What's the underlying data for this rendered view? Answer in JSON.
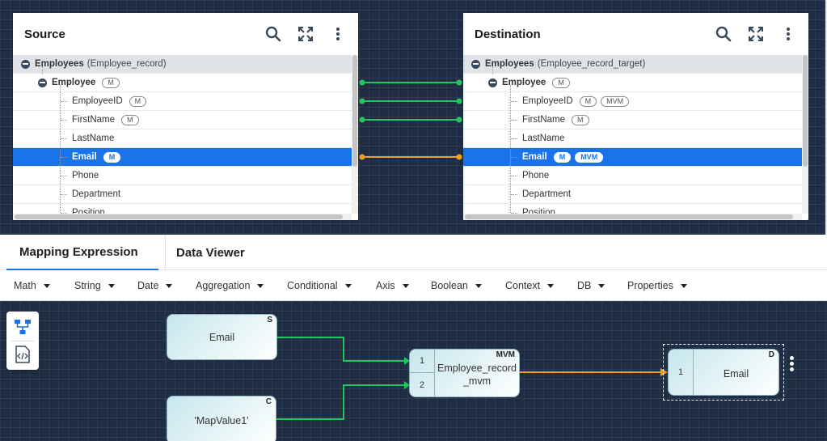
{
  "source": {
    "title": "Source",
    "root": {
      "label": "Employees",
      "type": "(Employee_record)"
    },
    "group": {
      "label": "Employee",
      "badge": "M"
    },
    "fields": [
      {
        "label": "EmployeeID",
        "badges": [
          "M"
        ]
      },
      {
        "label": "FirstName",
        "badges": [
          "M"
        ]
      },
      {
        "label": "LastName",
        "badges": []
      },
      {
        "label": "Email",
        "badges": [
          "M"
        ],
        "selected": true
      },
      {
        "label": "Phone",
        "badges": []
      },
      {
        "label": "Department",
        "badges": []
      },
      {
        "label": "Position",
        "badges": []
      }
    ]
  },
  "destination": {
    "title": "Destination",
    "root": {
      "label": "Employees",
      "type": "(Employee_record_target)"
    },
    "group": {
      "label": "Employee",
      "badge": "M"
    },
    "fields": [
      {
        "label": "EmployeeID",
        "badges": [
          "M",
          "MVM"
        ]
      },
      {
        "label": "FirstName",
        "badges": [
          "M"
        ]
      },
      {
        "label": "LastName",
        "badges": []
      },
      {
        "label": "Email",
        "badges": [
          "M",
          "MVM"
        ],
        "selected": true
      },
      {
        "label": "Phone",
        "badges": []
      },
      {
        "label": "Department",
        "badges": []
      },
      {
        "label": "Position",
        "badges": []
      }
    ]
  },
  "tabs": {
    "mapping": "Mapping Expression",
    "viewer": "Data Viewer"
  },
  "functions": [
    "Math",
    "String",
    "Date",
    "Aggregation",
    "Conditional",
    "Axis",
    "Boolean",
    "Context",
    "DB",
    "Properties"
  ],
  "nodes": {
    "email_src": {
      "label": "Email",
      "tag": "S"
    },
    "mapvalue": {
      "label": "'MapValue1'",
      "tag": "C"
    },
    "mvm": {
      "label": "Employee_record_mvm",
      "label_line1": "Employee_record",
      "label_line2": "_mvm",
      "tag": "MVM",
      "ports": [
        "1",
        "2"
      ]
    },
    "dest": {
      "label": "Email",
      "tag": "D",
      "ports": [
        "1"
      ]
    }
  },
  "icons": {
    "search": "search-icon",
    "expand": "expand-icon",
    "more": "more-vertical-icon",
    "tree": "tree-structure-icon",
    "code": "code-file-icon"
  },
  "colors": {
    "link_green": "#22c55e",
    "link_orange": "#f0a020",
    "selected_row": "#1a73e8",
    "canvas_bg": "#1f2d44"
  }
}
